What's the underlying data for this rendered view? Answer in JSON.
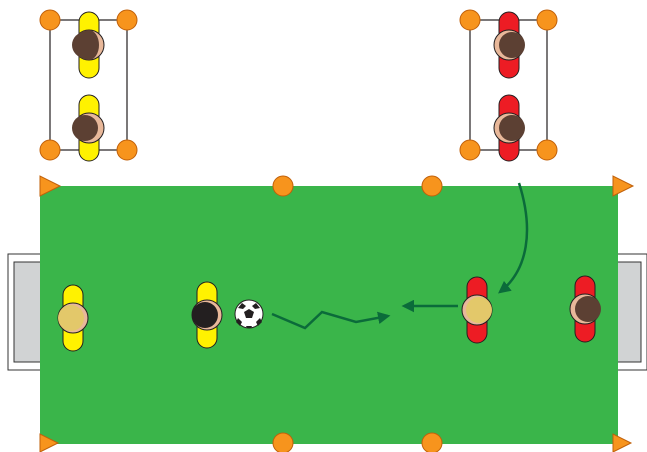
{
  "diagram": {
    "kind": "soccer-drill",
    "colors": {
      "pitch": "#3ab54a",
      "cone": "#f7941d",
      "team_yellow": "#fff200",
      "team_red": "#ed1c24",
      "arrow": "#0b6b3a",
      "goal": "#d1d3d4"
    },
    "teams": {
      "yellow": {
        "color": "yellow",
        "players_on_field": 2,
        "players_waiting": 2
      },
      "red": {
        "color": "red",
        "players_on_field": 2,
        "players_waiting": 2
      }
    },
    "elements": [
      "waiting-box-yellow",
      "waiting-box-red",
      "pitch",
      "goal-left",
      "goal-right",
      "soccer-ball",
      "dribble-arrow",
      "pass-arrow",
      "run-arrow"
    ]
  }
}
